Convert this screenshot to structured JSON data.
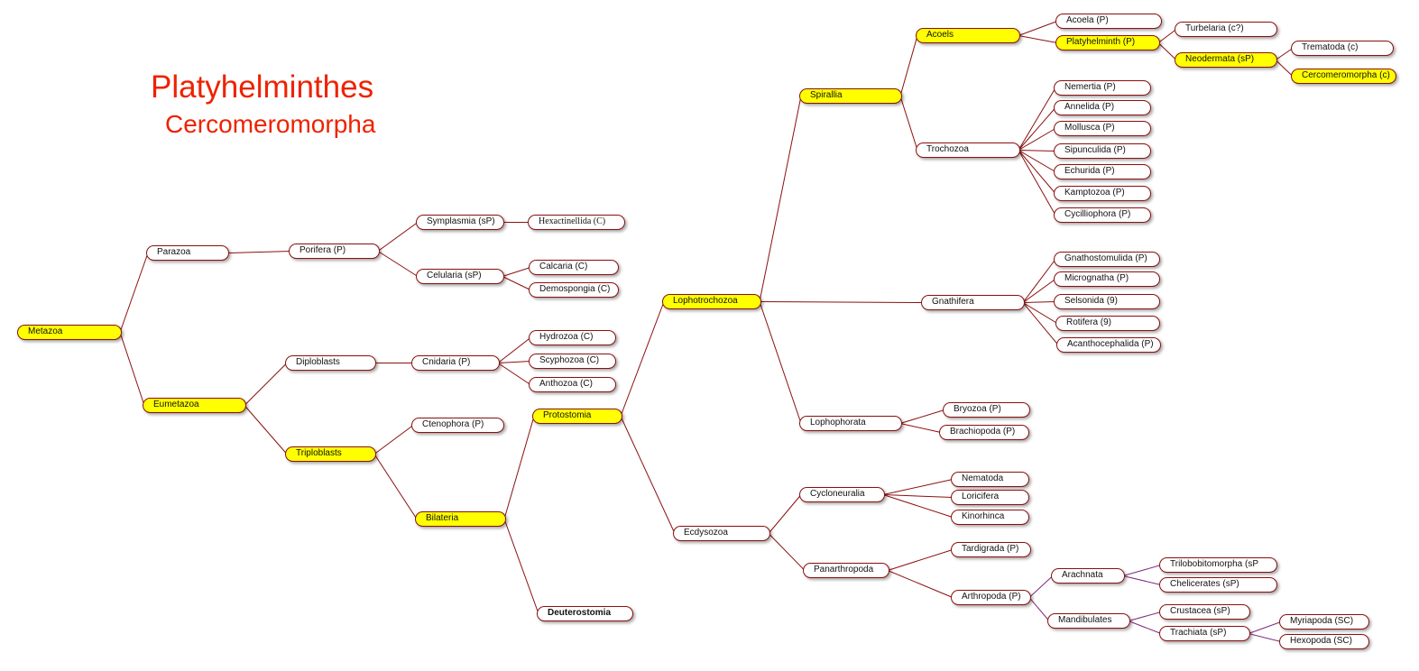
{
  "title": {
    "line1": "Platyhelminthes",
    "line2": "Cercomeromorpha"
  },
  "colors": {
    "title": "#ee2200",
    "highlight": "#ffff00",
    "edge": "#8a1010",
    "edge_alt": "#7a2a7a"
  },
  "nodes": {
    "metazoa": "Metazoa",
    "parazoa": "Parazoa",
    "eumetazoa": "Eumetazoa",
    "porifera": "Porifera (P)",
    "symplasmia": "Symplasmia (sP)",
    "hexactinellida": "Hexactinellida (C)",
    "celularia": "Celularia (sP)",
    "calcaria": "Calcaria (C)",
    "demospongia": "Demospongia (C)",
    "diploblasts": "Diploblasts",
    "cnidaria": "Cnidaria (P)",
    "hydrozoa": "Hydrozoa (C)",
    "scyphozoa": "Scyphozoa (C)",
    "anthozoa": "Anthozoa (C)",
    "triploblasts": "Triploblasts",
    "ctenophora": "Ctenophora (P)",
    "bilateria": "Bilateria",
    "protostomia": "Protostomia",
    "deuterostomia": "Deuterostomia",
    "lophotrochozoa": "Lophotrochozoa",
    "ecdysozoa": "Ecdysozoa",
    "spirallia": "Spirallia",
    "gnathifera": "Gnathifera",
    "lophophorata": "Lophophorata",
    "acoels": "Acoels",
    "trochozoa": "Trochozoa",
    "acoela": "Acoela (P)",
    "platyhelminth": "Platyhelminth (P)",
    "turbelaria": "Turbelaria (c?)",
    "neodermata": "Neodermata (sP)",
    "trematoda": "Trematoda (c)",
    "cercomeromorpha": "Cercomeromorpha (c)",
    "nemertia": "Nemertia (P)",
    "annelida": "Annelida (P)",
    "mollusca": "Mollusca (P)",
    "sipunculida": "Sipunculida (P)",
    "echurida": "Echurida (P)",
    "kamptozoa": "Kamptozoa (P)",
    "cycilliophora": "Cycilliophora (P)",
    "gnathostomulida": "Gnathostomulida (P)",
    "micrognatha": "Micrognatha (P)",
    "selsonida": "Selsonida (9)",
    "rotifera": "Rotifera (9)",
    "acanthocephalida": "Acanthocephalida (P)",
    "bryozoa": "Bryozoa (P)",
    "brachiopoda": "Brachiopoda (P)",
    "cycloneuralia": "Cycloneuralia",
    "panarthropoda": "Panarthropoda",
    "nematoda": "Nematoda",
    "loricifera": "Loricifera",
    "kinorhinca": "Kinorhinca",
    "tardigrada": "Tardigrada (P)",
    "arthropoda": "Arthropoda (P)",
    "arachnata": "Arachnata",
    "mandibulates": "Mandibulates",
    "trilobobitomorpha": "Trilobobitomorpha (sP",
    "chelicerates": "Chelicerates (sP)",
    "crustacea": "Crustacea  (sP)",
    "trachiata": "Trachiata  (sP)",
    "myriapoda": "Myriapoda (SC)",
    "hexopoda": "Hexopoda (SC)"
  }
}
